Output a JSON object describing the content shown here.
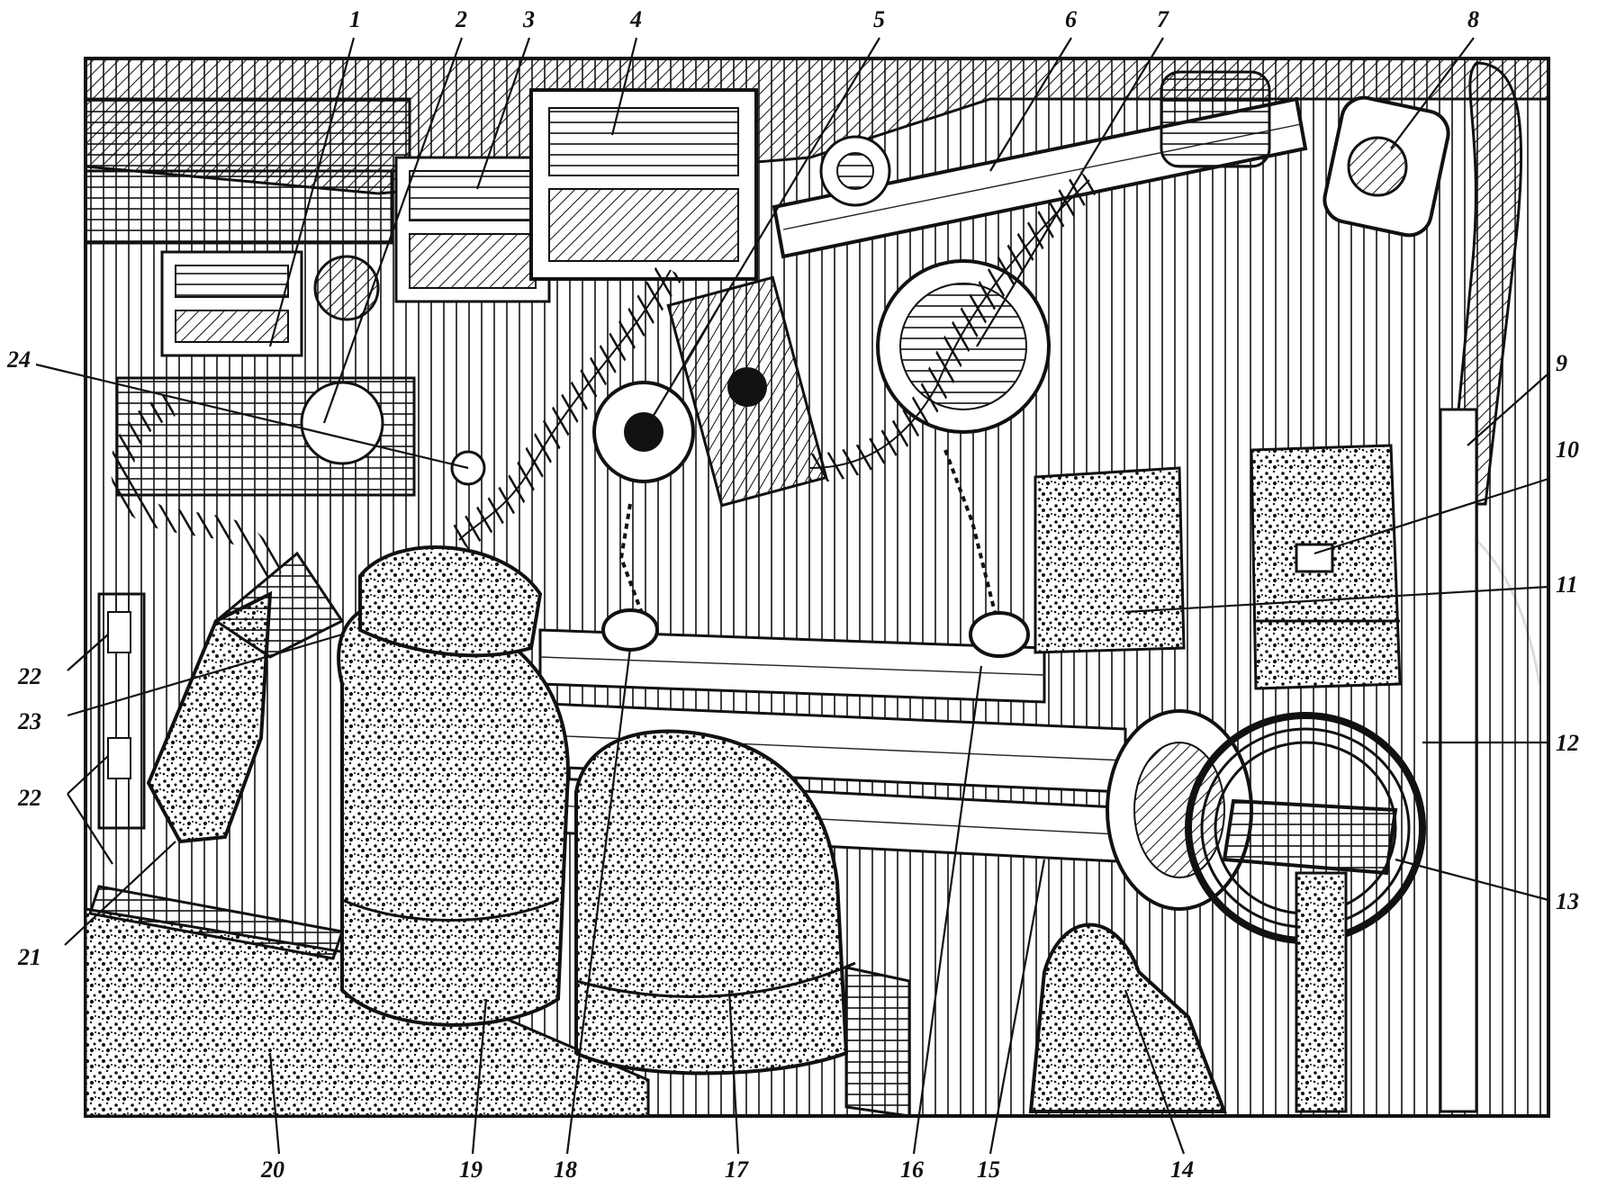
{
  "callouts": {
    "c1": "1",
    "c2": "2",
    "c3": "3",
    "c4": "4",
    "c5": "5",
    "c6": "6",
    "c7": "7",
    "c8": "8",
    "c9": "9",
    "c10": "10",
    "c11": "11",
    "c12": "12",
    "c13": "13",
    "c14": "14",
    "c15": "15",
    "c16": "16",
    "c17": "17",
    "c18": "18",
    "c19": "19",
    "c20": "20",
    "c21": "21",
    "c22a": "22",
    "c22b": "22",
    "c23": "23",
    "c24": "24"
  },
  "colors": {
    "ink": "#111111",
    "paper": "#ffffff"
  }
}
